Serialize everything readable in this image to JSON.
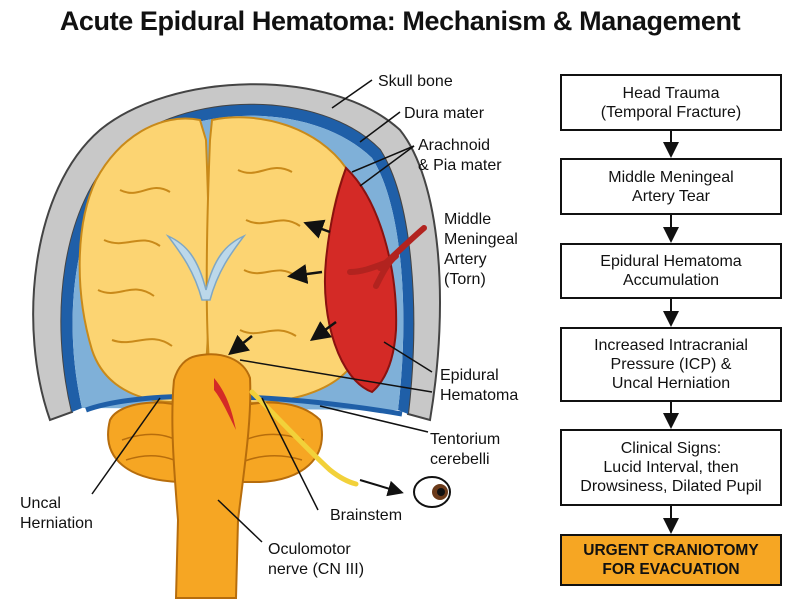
{
  "title": "Acute Epidural Hematoma: Mechanism & Management",
  "labels": {
    "skull_bone": "Skull bone",
    "dura_mater": "Dura mater",
    "arachnoid_line1": "Arachnoid",
    "arachnoid_line2": "& Pia mater",
    "mma_line1": "Middle",
    "mma_line2": "Meningeal",
    "mma_line3": "Artery",
    "mma_line4": "(Torn)",
    "epidural_line1": "Epidural",
    "epidural_line2": "Hematoma",
    "tentorium_line1": "Tentorium",
    "tentorium_line2": "cerebelli",
    "uncal_line1": "Uncal",
    "uncal_line2": "Herniation",
    "brainstem": "Brainstem",
    "oculomotor_line1": "Oculomotor",
    "oculomotor_line2": "nerve (CN III)"
  },
  "flowchart": [
    {
      "lines": [
        "Head Trauma",
        "(Temporal Fracture)"
      ]
    },
    {
      "lines": [
        "Middle Meningeal",
        "Artery Tear"
      ]
    },
    {
      "lines": [
        "Epidural Hematoma",
        "Accumulation"
      ]
    },
    {
      "lines": [
        "Increased Intracranial",
        "Pressure (ICP) &",
        "Uncal Herniation"
      ]
    },
    {
      "lines": [
        "Clinical Signs:",
        "Lucid Interval, then",
        "Drowsiness, Dilated Pupil"
      ]
    },
    {
      "lines": [
        "URGENT CRANIOTOMY",
        "FOR EVACUATION"
      ]
    }
  ],
  "colors": {
    "skull": "#c8c8c8",
    "dura": "#1f5fa8",
    "brain": "#fcd472",
    "brainstem": "#f6a623",
    "hematoma": "#d42a26",
    "ventricle": "#bcd8ea",
    "final_box": "#f6a623"
  }
}
